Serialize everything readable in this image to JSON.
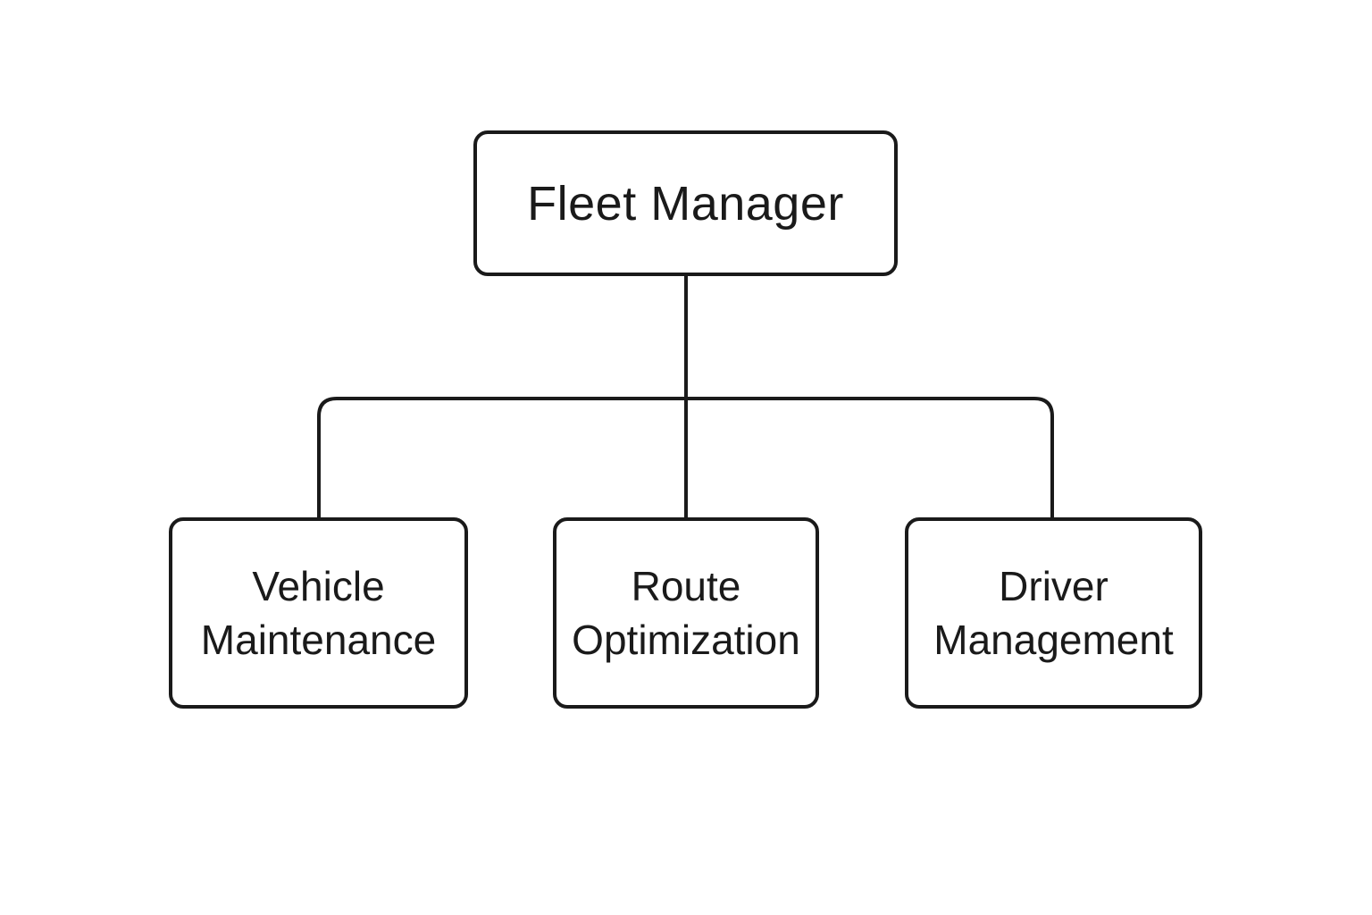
{
  "diagram": {
    "root": {
      "label": "Fleet Manager"
    },
    "children": [
      {
        "line1": "Vehicle",
        "line2": "Maintenance"
      },
      {
        "line1": "Route",
        "line2": "Optimization"
      },
      {
        "line1": "Driver",
        "line2": "Management"
      }
    ],
    "colors": {
      "stroke": "#1a1a1a",
      "text": "#1a1a1a",
      "background": "#ffffff"
    }
  }
}
